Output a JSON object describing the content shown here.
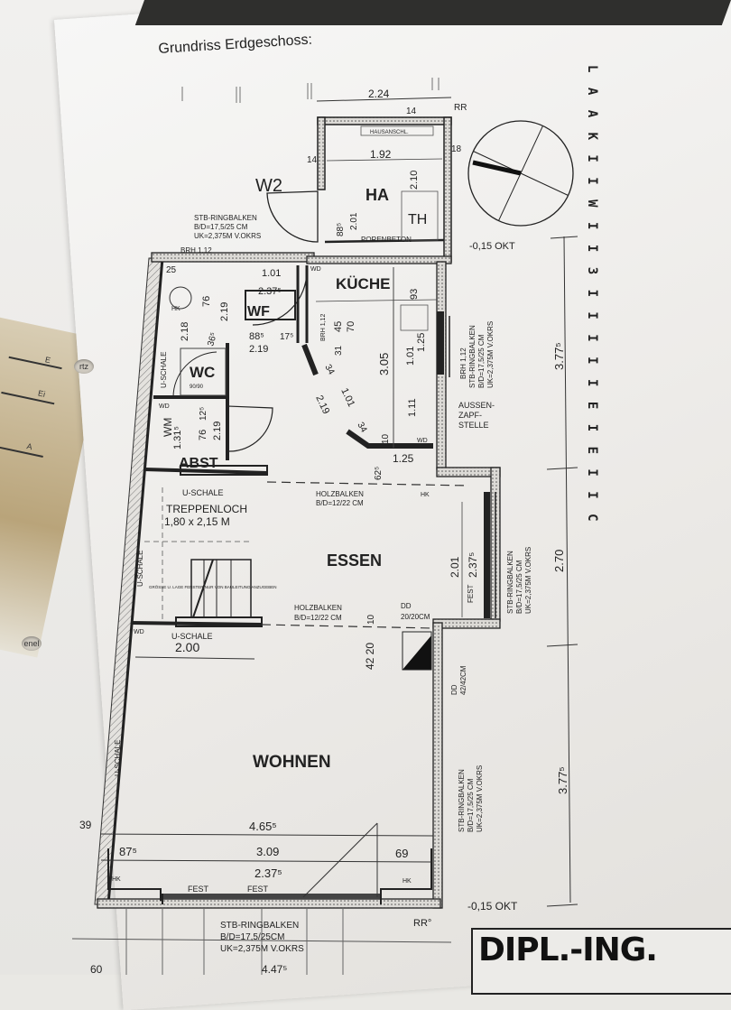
{
  "document": {
    "title": "Grundriss Erdgeschoss:",
    "punch_holes": [
      "rtz",
      "enel"
    ],
    "back_sheet_tabs": [
      "E",
      "Ei",
      "A"
    ],
    "title_block": "DIPL.-ING."
  },
  "floor_plan": {
    "rooms": {
      "ha": "HA",
      "th": "TH",
      "kueche": "KÜCHE",
      "wf": "WF",
      "wc": "WC",
      "wc_size": "90/90",
      "wm": "WM",
      "abst": "ABST",
      "essen": "ESSEN",
      "wohnen": "WOHNEN",
      "treppenloch": "TREPPENLOCH",
      "treppenloch_size": "1,80 x 2,15 M"
    },
    "labels": {
      "w2": "W2",
      "hausanschluss": "HAUSANSCHL.",
      "porenbeton": "PORENBETON",
      "rr_top": "RR",
      "rr_bottom": "RR°",
      "ringbalken_title": "STB-RINGBALKEN",
      "ringbalken_bd": "B/D=17,5/25 CM",
      "ringbalken_uk": "UK=2,375M V.OKRS",
      "ringbalken_bd_bottom": "B/D=17,5/25CM",
      "ringbalken_uk_bottom": "UK=2,375M V.OKRS",
      "brh": "BRH 1,12",
      "brh_right": "BRH 1,12",
      "holzbalken": "HOLZBALKEN",
      "holzbalken_bd": "B/D=12/22 CM",
      "dd_20": "DD",
      "dd_20_size": "20/20CM",
      "dd_42": "DD",
      "dd_42_size": "42/42CM",
      "aussenzapfstelle_1": "AUSSEN-",
      "aussenzapfstelle_2": "ZAPF-",
      "aussenzapfstelle_3": "STELLE",
      "okt_top": "-0,15 OKT",
      "okt_bottom": "-0,15 OKT",
      "u_schale": "U-SCHALE",
      "fest": "FEST",
      "hk": "HK",
      "wd": "WD",
      "stair_note": "GRÖSSE U. LAGE FENSTER NUR VON BAULEITUNG ANZUGEBEN"
    },
    "dimensions": {
      "top_width": "2.24",
      "ha_width": "1.92",
      "ha_height": "2.10",
      "ha_door": "2.01",
      "ha_door_w": "88⁵",
      "wall_14": "14",
      "wall_18": "18",
      "wall_14b": "14",
      "wf_101": "1.01",
      "wf_2375": "2.37⁵",
      "bath_219": "2.19",
      "bath_76": "76",
      "bath_25": "25",
      "bath_218": "2.18",
      "wc_365": "36⁵",
      "hall_885": "88⁵",
      "hall_219": "2.19",
      "hall_175": "17⁵",
      "abst_76": "76",
      "abst_125": "12⁵",
      "abst_219": "2.19",
      "wm_131": "1.31⁵",
      "k_45": "45",
      "k_70": "70",
      "k_31": "31",
      "k_34a": "34",
      "k_34b": "34",
      "k_219": "2.19",
      "k_101": "1.01",
      "k_305": "3.05",
      "k_93": "93",
      "k_101b": "1.01",
      "k_125v": "1.25",
      "k_111": "1.11",
      "k_10": "10",
      "k_125": "1.25",
      "k_625": "62⁵",
      "e_201": "2.01",
      "e_2375": "2.37⁵",
      "e_4220": "42 20",
      "e_10": "10",
      "stair_200": "2.00",
      "w_4655": "4.65⁵",
      "w_875": "87⁵",
      "w_309": "3.09",
      "w_69": "69",
      "w_2375": "2.37⁵",
      "w_39": "39",
      "right_3775_top": "3.77⁵",
      "right_270": "2.70",
      "right_3775_bottom": "3.77⁵",
      "bottom_4475": "4.47⁵",
      "bottom_60": "60"
    },
    "vertical_legend": "L A A K I I W I I 3 I I I I I E I E I I C"
  }
}
